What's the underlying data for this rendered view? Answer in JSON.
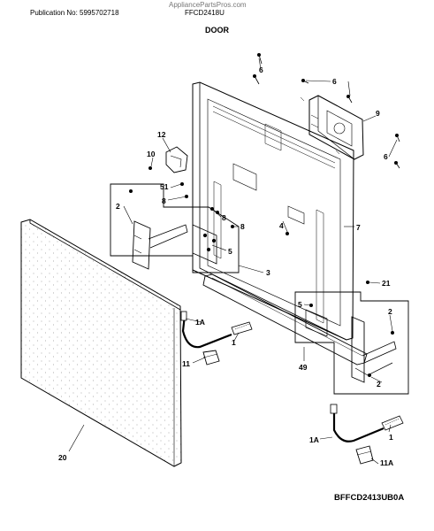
{
  "header": {
    "watermark": "AppliancePartsPros.com",
    "publication": "Publication No: 5995702718",
    "model": "FFCD2418U",
    "section_title": "DOOR"
  },
  "footer": {
    "diagram_code": "BFFCD2413UB0A"
  },
  "callouts": {
    "c6a": "6",
    "c6b": "6",
    "c6c": "6",
    "c9": "9",
    "c12": "12",
    "c10": "10",
    "c51": "51",
    "c2a": "2",
    "c8a": "8",
    "c8b": "8",
    "c8c": "8",
    "c4": "4",
    "c7": "7",
    "c5a": "5",
    "c3": "3",
    "c21": "21",
    "c5b": "5",
    "c2b": "2",
    "c2c": "2",
    "c1Aa": "1A",
    "c1a": "1",
    "c11": "11",
    "c49": "49",
    "c20": "20",
    "c1Ab": "1A",
    "c1b": "1",
    "c11A": "11A"
  }
}
